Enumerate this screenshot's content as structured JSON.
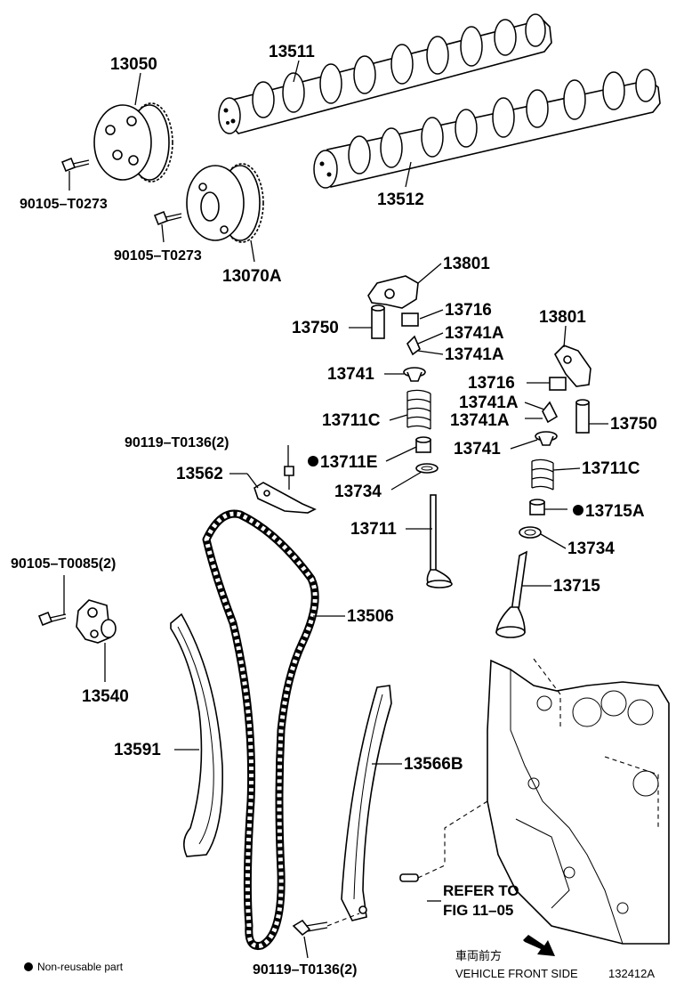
{
  "parts": {
    "p13050": "13050",
    "p13511": "13511",
    "p13512": "13512",
    "p90105_t0273_a": "90105–T0273",
    "p90105_t0273_b": "90105–T0273",
    "p13070a": "13070A",
    "p13801_a": "13801",
    "p13716_a": "13716",
    "p13750_a": "13750",
    "p13741a_1": "13741A",
    "p13741a_2": "13741A",
    "p13741_a": "13741",
    "p13711c_a": "13711C",
    "p90119_t0136_top": "90119–T0136(2)",
    "p13711e": "13711E",
    "p13562": "13562",
    "p13734_a": "13734",
    "p13711": "13711",
    "p13801_b": "13801",
    "p13716_b": "13716",
    "p13741a_3": "13741A",
    "p13741a_4": "13741A",
    "p13750_b": "13750",
    "p13741_b": "13741",
    "p13711c_b": "13711C",
    "p13715a": "13715A",
    "p13734_b": "13734",
    "p13715": "13715",
    "p90105_t0085": "90105–T0085(2)",
    "p13506": "13506",
    "p13540": "13540",
    "p13591": "13591",
    "p13566b": "13566B",
    "p90119_t0136_bottom": "90119–T0136(2)"
  },
  "refer_line1": "REFER TO",
  "refer_line2": "FIG 11–05",
  "direction_jp": "車両前方",
  "direction_en": "VEHICLE FRONT SIDE",
  "figure_code": "132412A",
  "legend_text": "Non-reusable part",
  "icons": {
    "non_reusable": "filled-circle-icon",
    "direction": "arrow-icon"
  }
}
